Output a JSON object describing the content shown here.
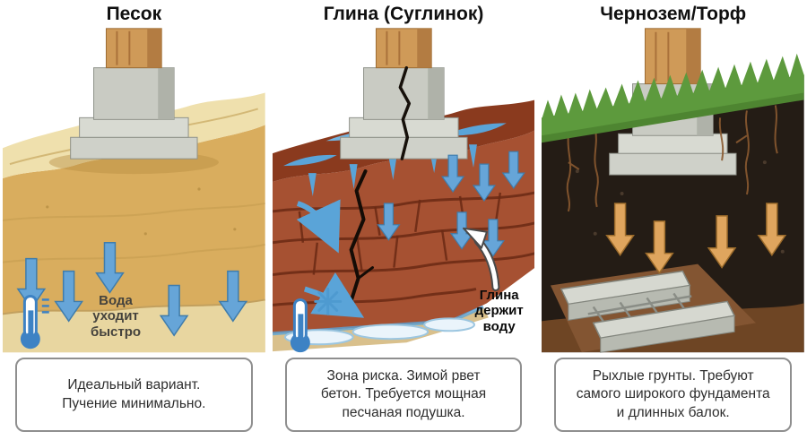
{
  "palette": {
    "sand": "#d9ad5e",
    "sand_top": "#efe0ad",
    "clay": "#a65132",
    "clay_crack": "#6b2a14",
    "water_blue": "#5aa4d8",
    "soil_black": "#241c15",
    "subsoil_brown": "#6e4524",
    "grass_green": "#5d9a3d",
    "concrete_gray": "#c9cbc3",
    "wood_tan": "#cf9a58",
    "arrow_orange": "#dfa55e",
    "thermometer_blue": "#3d82c4",
    "caption_border": "#8f8f8f",
    "text_dark": "#2e2e2e"
  },
  "panels": [
    {
      "id": "sand",
      "title": "Песок",
      "annotation_lines": [
        "Вода",
        "уходит",
        "быстро"
      ],
      "caption_lines": [
        "Идеальный вариант.",
        "Пучение минимально."
      ],
      "icons": [
        "thermometer-icon",
        "water-arrow-down-icon"
      ]
    },
    {
      "id": "clay",
      "title": "Глина (Суглинок)",
      "annotation_lines": [
        "Глина",
        "держит",
        "воду"
      ],
      "caption_lines": [
        "Зона риска. Зимой рвет",
        "бетон. Требуется мощная",
        "песчаная подушка."
      ],
      "icons": [
        "thermometer-icon",
        "snowflake-icon",
        "water-arrow-down-icon",
        "callout-arrow-icon",
        "crack-icon"
      ]
    },
    {
      "id": "chernozem",
      "title": "Чернозем/Торф",
      "annotation_lines": [],
      "caption_lines": [
        "Рыхлые грунты. Требуют",
        "самого широкого фундамента",
        "и длинных балок."
      ],
      "icons": [
        "settlement-arrow-down-icon",
        "beam-grillage-icon"
      ]
    }
  ]
}
